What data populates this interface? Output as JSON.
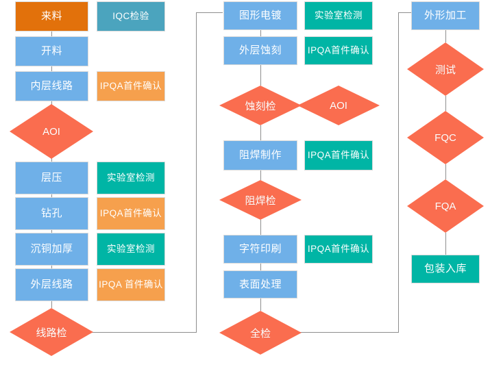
{
  "colors": {
    "process_blue": "#6FB0E8",
    "start_orange": "#E2710B",
    "ipqa_amber": "#F6A04D",
    "lab_teal": "#00B5A5",
    "iqc_steel": "#4BA4BE",
    "decision_red": "#FA6D4F",
    "connector_gray": "#8D8D8D",
    "canvas_bg": "#FFFFFF"
  },
  "chart_data": {
    "type": "diagram",
    "title": "PCB Manufacturing Process Flow",
    "columns": 3
  },
  "column_left": {
    "flow": [
      {
        "id": "incoming-material",
        "label": "来料",
        "shape": "rect",
        "color": "start_orange"
      },
      {
        "id": "cutting",
        "label": "开料",
        "shape": "rect",
        "color": "process_blue"
      },
      {
        "id": "inner-layer-circuit",
        "label": "内层线路",
        "shape": "rect",
        "color": "process_blue"
      },
      {
        "id": "aoi-inner",
        "label": "AOI",
        "shape": "diamond",
        "color": "decision_red"
      },
      {
        "id": "lamination",
        "label": "层压",
        "shape": "rect",
        "color": "process_blue"
      },
      {
        "id": "drilling",
        "label": "钻孔",
        "shape": "rect",
        "color": "process_blue"
      },
      {
        "id": "copper-deposition",
        "label": "沉铜加厚",
        "shape": "rect",
        "color": "process_blue"
      },
      {
        "id": "outer-layer-circuit",
        "label": "外层线路",
        "shape": "rect",
        "color": "process_blue"
      },
      {
        "id": "circuit-inspection",
        "label": "线路检",
        "shape": "diamond",
        "color": "decision_red"
      }
    ],
    "annotations": [
      {
        "id": "iqc-inspection",
        "label": "IQC检验",
        "color": "iqc_steel"
      },
      {
        "id": "ipqa-first-article-1",
        "label": "IPQA首件确认",
        "color": "ipqa_amber"
      },
      {
        "id": "lab-test-1",
        "label": "实验室检测",
        "color": "lab_teal"
      },
      {
        "id": "ipqa-first-article-2",
        "label": "IPQA首件确认",
        "color": "ipqa_amber"
      },
      {
        "id": "lab-test-2",
        "label": "实验室检测",
        "color": "lab_teal"
      },
      {
        "id": "ipqa-first-article-3",
        "label": "IPQA 首件确认",
        "color": "ipqa_amber"
      }
    ]
  },
  "column_middle": {
    "flow": [
      {
        "id": "pattern-plating",
        "label": "图形电镀",
        "shape": "rect",
        "color": "process_blue"
      },
      {
        "id": "outer-layer-etching",
        "label": "外层蚀刻",
        "shape": "rect",
        "color": "process_blue"
      },
      {
        "id": "etching-inspection",
        "label": "蚀刻检",
        "shape": "diamond",
        "color": "decision_red"
      },
      {
        "id": "solder-mask",
        "label": "阻焊制作",
        "shape": "rect",
        "color": "process_blue"
      },
      {
        "id": "solder-mask-check",
        "label": "阻焊检",
        "shape": "diamond",
        "color": "decision_red"
      },
      {
        "id": "legend-printing",
        "label": "字符印刷",
        "shape": "rect",
        "color": "process_blue"
      },
      {
        "id": "surface-finish",
        "label": "表面处理",
        "shape": "rect",
        "color": "process_blue"
      },
      {
        "id": "full-inspection",
        "label": "全检",
        "shape": "diamond",
        "color": "decision_red"
      }
    ],
    "annotations": [
      {
        "id": "lab-test-3",
        "label": "实验室检测",
        "color": "lab_teal",
        "shape": "rect"
      },
      {
        "id": "ipqa-first-article-4",
        "label": "IPQA首件确认",
        "color": "lab_teal",
        "shape": "rect"
      },
      {
        "id": "aoi-outer",
        "label": "AOI",
        "color": "decision_red",
        "shape": "diamond"
      },
      {
        "id": "ipqa-first-article-5",
        "label": "IPQA首件确认",
        "color": "lab_teal",
        "shape": "rect"
      },
      {
        "id": "ipqa-first-article-6",
        "label": "IPQA首件确认",
        "color": "lab_teal",
        "shape": "rect"
      }
    ]
  },
  "column_right": {
    "flow": [
      {
        "id": "profiling",
        "label": "外形加工",
        "shape": "rect",
        "color": "process_blue"
      },
      {
        "id": "electrical-test",
        "label": "测试",
        "shape": "diamond",
        "color": "decision_red"
      },
      {
        "id": "fqc",
        "label": "FQC",
        "shape": "diamond",
        "color": "decision_red"
      },
      {
        "id": "fqa",
        "label": "FQA",
        "shape": "diamond",
        "color": "decision_red"
      },
      {
        "id": "packing-warehouse",
        "label": "包装入库",
        "shape": "rect",
        "color": "lab_teal"
      }
    ]
  }
}
